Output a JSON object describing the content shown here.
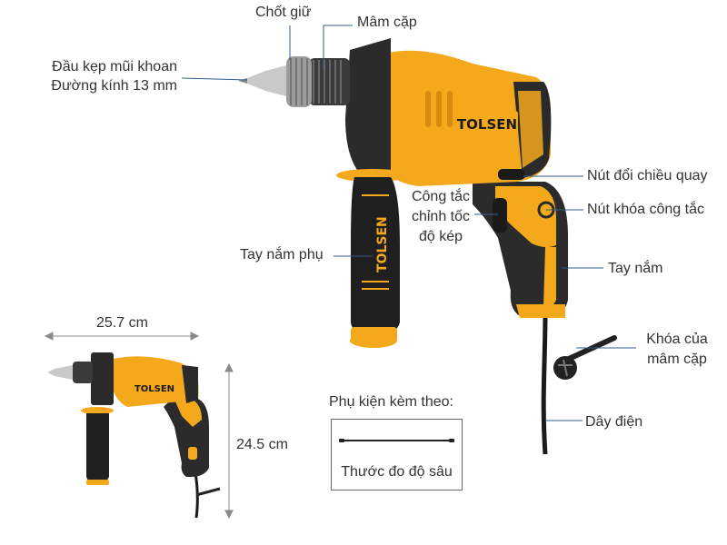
{
  "colors": {
    "body_yellow": "#F4A81C",
    "body_dark": "#2A2A2A",
    "grip_black": "#1E1E1E",
    "chuck_silver": "#B8B8B8",
    "brand_text": "#1A1A1A",
    "leader_line": "#2F5D8C",
    "dimension_line": "#8A8A8A"
  },
  "brand": "TOLSEN",
  "callouts": {
    "chot_giu": "Chốt giữ",
    "mam_cap": "Mâm cặp",
    "dau_kep_line1": "Đầu kẹp mũi khoan",
    "dau_kep_line2": "Đường kính 13 mm",
    "nut_doi_chieu": "Nút đổi chiều quay",
    "nut_khoa": "Nút khóa công tắc",
    "cong_tac_line1": "Công tắc",
    "cong_tac_line2": "chỉnh tốc",
    "cong_tac_line3": "độ kép",
    "tay_nam_phu": "Tay nắm phụ",
    "tay_nam": "Tay nắm",
    "khoa_mam_cap_line1": "Khóa của",
    "khoa_mam_cap_line2": "mâm cặp",
    "day_dien": "Dây điện"
  },
  "dimensions": {
    "width": "25.7 cm",
    "height": "24.5 cm"
  },
  "accessories": {
    "heading": "Phụ kiện kèm theo:",
    "item": "Thước đo độ sâu"
  }
}
